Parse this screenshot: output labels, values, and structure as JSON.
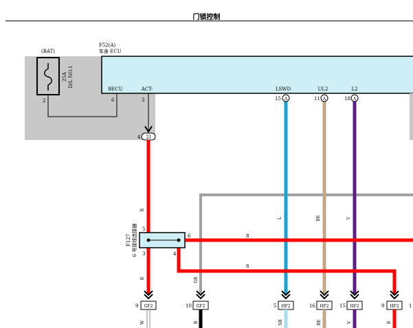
{
  "page": {
    "title": "门锁控制"
  },
  "fuse": {
    "source": "(BAT)",
    "rating_line1": "25A",
    "rating_line2": "D/L NO.1",
    "pin_left": "2"
  },
  "ecu": {
    "code": "F52(A)",
    "name": "车身 ECU",
    "pins": [
      {
        "name": "BECU",
        "num": "6"
      },
      {
        "name": "ACT-",
        "num": "3"
      },
      {
        "name": "LSWD",
        "num": "15",
        "conn": "A"
      },
      {
        "name": "UL2",
        "num": "11",
        "conn": "A"
      },
      {
        "name": "L2",
        "num": "18",
        "conn": "A"
      }
    ]
  },
  "junction_upper": {
    "pin": "4",
    "conn": "2I"
  },
  "splice": {
    "code": "F127",
    "name": "6 号接线连接器",
    "pins": {
      "top": "5",
      "right": "6",
      "bottom_left": "3",
      "bottom_right": "4"
    }
  },
  "wire_colors": {
    "red_vertical": "R",
    "lswd": "L",
    "ul2": "BE",
    "l2": "V",
    "gray": "GR",
    "red_h1": "R",
    "red_h2": "R"
  },
  "connectors": [
    {
      "num": "9",
      "conn": "GF2",
      "below": "W"
    },
    {
      "num": "10",
      "conn": "GF2",
      "below": "B"
    },
    {
      "num": "5",
      "conn": "HF2",
      "below": "SB"
    },
    {
      "num": "16",
      "conn": "HF2",
      "below": "BE"
    },
    {
      "num": "15",
      "conn": "HF2",
      "below": "V"
    },
    {
      "num": "9",
      "conn": "HF2",
      "below": "R"
    },
    {
      "num": "1",
      "conn": "",
      "below": ""
    }
  ],
  "colors": {
    "ecu_fill": "#cdeff5",
    "gray_area": "#c8c8c8",
    "red": "#ff0000",
    "blue": "#1aa3d1",
    "tan": "#c1a987",
    "purple": "#5b1d8c",
    "gray_wire": "#a0a0a0"
  }
}
